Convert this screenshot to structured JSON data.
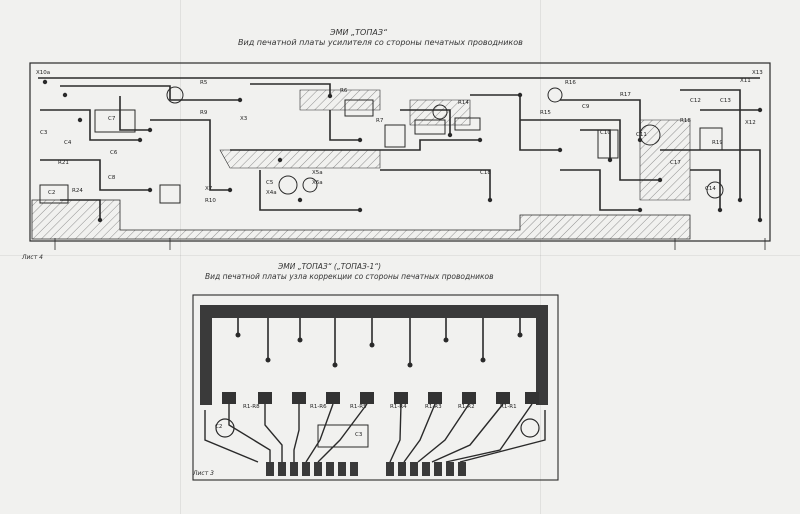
{
  "board1": {
    "title": "ЭМИ „ТОПАЗ“",
    "subtitle": "Вид печатной платы усилителя со стороны печатных проводников",
    "sheet_label": "Лист 4",
    "component_labels": [
      "Х10а",
      "C2",
      "R24",
      "C3",
      "C4",
      "R21",
      "C7",
      "R9",
      "C8",
      "C6",
      "X3",
      "C5",
      "X4а",
      "Х5а",
      "X6а",
      "R10",
      "X7",
      "C9",
      "C10",
      "C11",
      "C12",
      "C13",
      "C14",
      "C17",
      "C18",
      "R5",
      "R6",
      "R7",
      "R14",
      "R15",
      "R16",
      "R17",
      "R18",
      "R19",
      "X11",
      "X12",
      "Х13"
    ]
  },
  "board2": {
    "title": "ЭМИ „ТОПАЗ“ („ТОПАЗ-1“)",
    "subtitle": "Вид печатной платы узла коррекции со стороны печатных проводников",
    "sheet_label": "Лист 3",
    "component_labels": [
      "R1-R8",
      "R1-R6",
      "R1-R5",
      "R1-R4",
      "R1-R3",
      "R1-R2",
      "R1-R1",
      "C2",
      "C3"
    ]
  },
  "colors": {
    "paper": "#f1f1ef",
    "ink": "#2a2a2a",
    "hatch": "#555555"
  }
}
